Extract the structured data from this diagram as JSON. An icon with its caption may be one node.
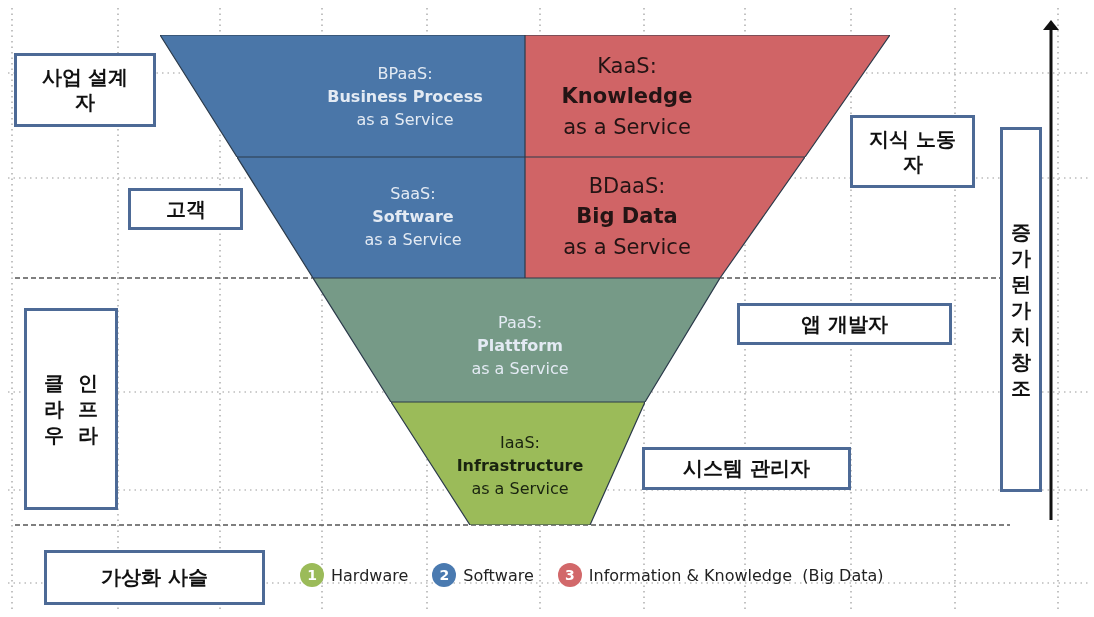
{
  "diagram": {
    "nodes": [
      {
        "text": [
          "사업 설계자"
        ]
      },
      {
        "text": [
          "BPaaS:",
          "Business Process",
          "as a Service"
        ]
      },
      {
        "text": [
          "KaaS:",
          "Knowledge",
          "as a Service"
        ]
      },
      {
        "text": [
          "지식 노동자"
        ]
      },
      {
        "text": [
          "고객"
        ]
      },
      {
        "text": [
          "SaaS:",
          "Software",
          "as a Service"
        ]
      },
      {
        "text": [
          "BDaaS:",
          "Big Data",
          "as a Service"
        ]
      },
      {
        "text": [
          "증가된 가치창조"
        ]
      },
      {
        "text": [
          "클라우 인프라"
        ]
      },
      {
        "text": [
          "PaaS:",
          "Plattform",
          "as a Service"
        ]
      },
      {
        "text": [
          "앱 개발자"
        ]
      },
      {
        "text": [
          "IaaS:",
          "Infrastructure",
          "as a Service"
        ]
      },
      {
        "text": [
          "시스템 관리자"
        ]
      },
      {
        "text": [
          "가상화 사슬"
        ]
      }
    ],
    "labels": [
      "1",
      "2",
      "3"
    ],
    "legend": [
      {
        "text": "Hardware",
        "color": "#9bbb59"
      },
      {
        "text": "Software",
        "color": "#4a7ab0"
      },
      {
        "text": "Information & Knowledge  (Big Data)",
        "color": "#d2686a"
      }
    ]
  }
}
